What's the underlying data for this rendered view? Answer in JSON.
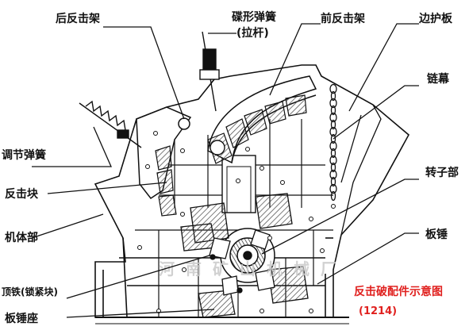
{
  "labels": {
    "rear_impact_frame": "后反击架",
    "disc_spring": "碟形弹簧",
    "pull_rod": "(拉杆)",
    "front_impact_frame": "前反击架",
    "side_guard_plate": "边护板",
    "adjusting_spring": "调节弹簧",
    "chain_curtain": "链幕",
    "impact_block": "反击块",
    "rotor": "转子部",
    "machine_body": "机体部",
    "blow_bar": "板锤",
    "top_iron": "顶铁(锁紧块)",
    "blow_bar_seat": "板锤座"
  },
  "caption": {
    "title": "反击破配件示意图",
    "code": "(1214)"
  },
  "watermark": "河南矿山机械厂",
  "colors": {
    "ink": "#111111",
    "caption": "#e0201e",
    "watermark": "#c9c9c9",
    "hatch": "#555555"
  }
}
